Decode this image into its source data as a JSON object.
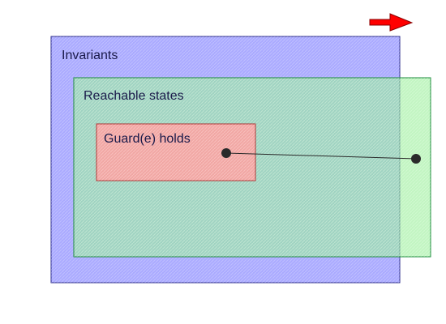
{
  "labels": {
    "invariants": "Invariants",
    "reachable": "Reachable states",
    "guard": "Guard(e) holds"
  },
  "colors": {
    "invariants_fill": "#aaaaff",
    "invariants_border": "#2a2a8a",
    "reachable_fill": "#99ee99",
    "reachable_border": "#1a8a3a",
    "guard_fill": "#ff9f9f",
    "guard_border": "#b03030",
    "arrow": "#ff0000",
    "point": "#2a2a2a"
  },
  "icons": {
    "arrow": "right-arrow-icon"
  }
}
